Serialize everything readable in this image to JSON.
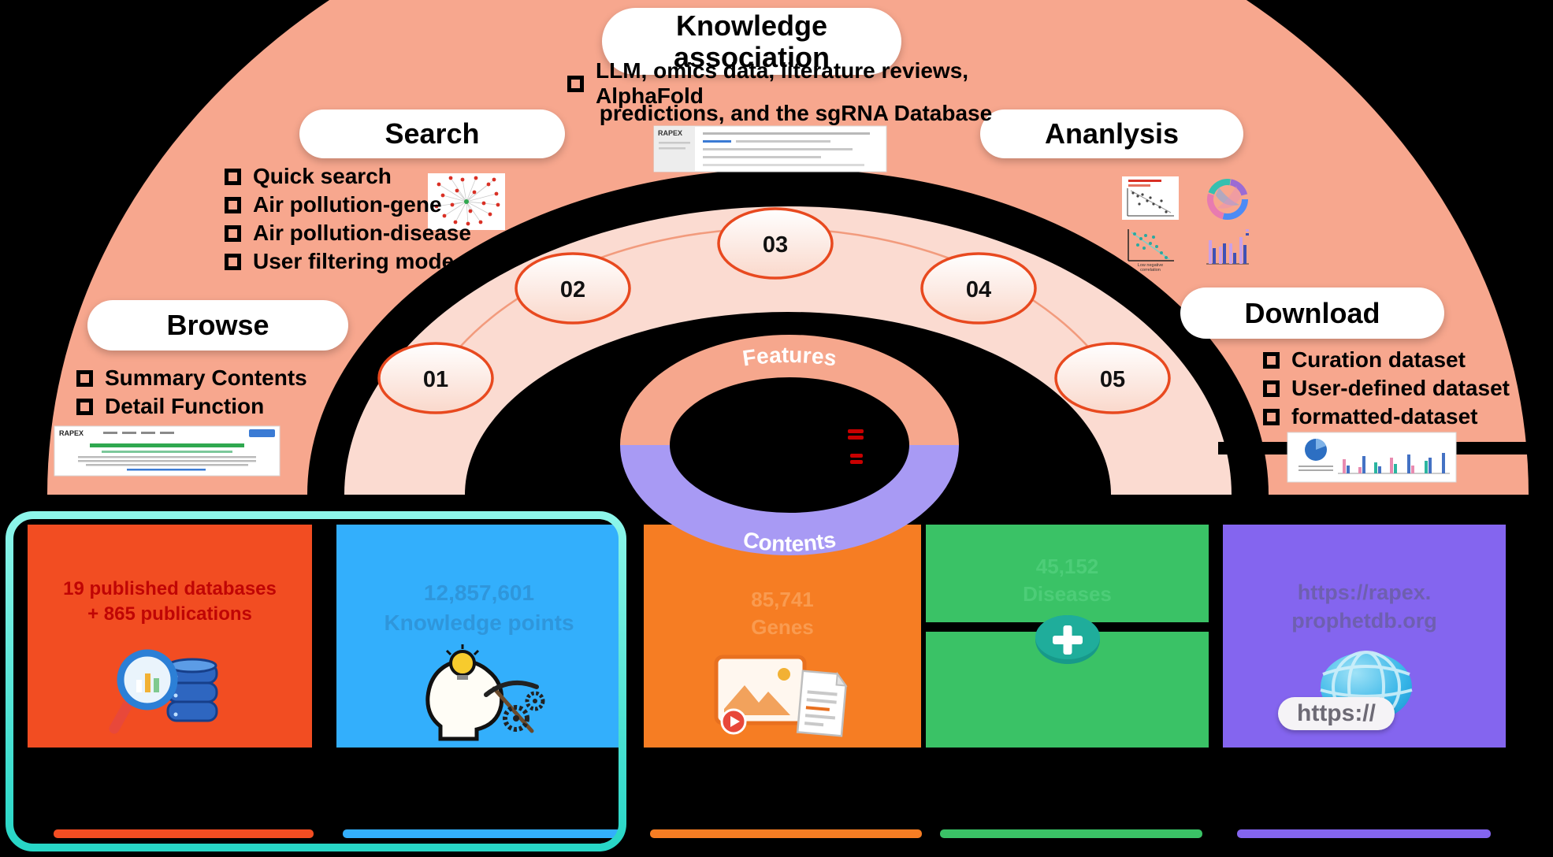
{
  "figure": {
    "center_labels": {
      "features": "Features",
      "contents": "Contents"
    },
    "steps": [
      "01",
      "02",
      "03",
      "04",
      "05"
    ]
  },
  "sections": {
    "browse": {
      "title": "Browse",
      "items": [
        "Summary Contents",
        "Detail Function"
      ]
    },
    "search": {
      "title": "Search",
      "items": [
        "Quick search",
        "Air pollution-gene",
        "Air pollution-disease",
        "User filtering mode"
      ]
    },
    "knowledge": {
      "title_line1": "Knowledge",
      "title_line2": "association",
      "item_line1": "LLM, omics data, literature reviews, AlphaFold",
      "item_line2": "predictions, and the sgRNA Database"
    },
    "analysis": {
      "title": "Ananlysis",
      "scatter_label_line1": "Low negative",
      "scatter_label_line2": "correlation"
    },
    "download": {
      "title": "Download",
      "items": [
        "Curation dataset",
        "User-defined dataset",
        "formatted-dataset"
      ]
    }
  },
  "thumbnails": {
    "browse_logo": "RAPEX",
    "knowledge_logo": "RAPEX"
  },
  "cards": [
    {
      "id": "curation-sources",
      "color": "#F24D22",
      "bar_color": "#F24D22",
      "text_color": "#C00505",
      "line1": "19 published databases",
      "line2": "+ 865 publications"
    },
    {
      "id": "knowledge-points",
      "color": "#33AFFC",
      "bar_color": "#33AFFC",
      "text_color": "#2F96DB",
      "line1": "12,857,601",
      "line2": "Knowledge points"
    },
    {
      "id": "genes",
      "color": "#F67D23",
      "bar_color": "#F67D23",
      "text_color": "#F99B50",
      "line1": "85,741",
      "line2": "Genes"
    },
    {
      "id": "diseases",
      "color": "#3AC266",
      "bar_color": "#3AC266",
      "text_color": "#4DCD78",
      "line1": "45,152",
      "line2": "Diseases"
    },
    {
      "id": "website",
      "color": "#8465EF",
      "bar_color": "#8465EF",
      "text_color": "#6E5FAF",
      "line1": "https://rapex.",
      "line2": "prophetdb.org",
      "badge": "https://"
    }
  ],
  "colors": {
    "arch": "#F7A78E",
    "band": "#FBDBD1",
    "ring_top": "#F6A78D",
    "ring_bottom": "#A89AF4",
    "highlight": "#3FE3D3",
    "circle_stroke": "#E8491F",
    "center_marks": "#C80000"
  }
}
